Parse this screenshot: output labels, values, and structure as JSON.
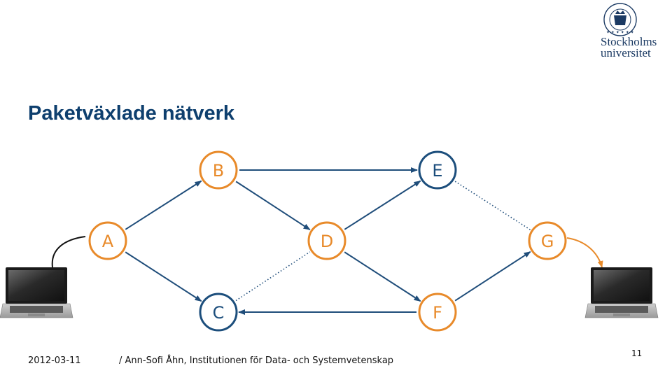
{
  "slide": {
    "title": "Paketväxlade nätverk",
    "footer_date": "2012-03-11",
    "footer_author": "/ Ann-Sofi Åhn, Institutionen för Data- och Systemvetenskap",
    "page_number": "11"
  },
  "logo": {
    "line1": "Stockholms",
    "line2": "universitet"
  },
  "colors": {
    "orange": "#e88a2a",
    "blue": "#1c4e7c",
    "edge": "#1f4d7a",
    "title": "#0e3f6e"
  },
  "nodes": [
    {
      "id": "A",
      "label": "A",
      "color": "orange"
    },
    {
      "id": "B",
      "label": "B",
      "color": "orange"
    },
    {
      "id": "C",
      "label": "C",
      "color": "blue"
    },
    {
      "id": "D",
      "label": "D",
      "color": "orange"
    },
    {
      "id": "E",
      "label": "E",
      "color": "blue"
    },
    {
      "id": "F",
      "label": "F",
      "color": "orange"
    },
    {
      "id": "G",
      "label": "G",
      "color": "orange"
    }
  ],
  "edges": [
    {
      "from": "A",
      "to": "B",
      "style": "solid"
    },
    {
      "from": "A",
      "to": "C",
      "style": "solid"
    },
    {
      "from": "B",
      "to": "E",
      "style": "solid"
    },
    {
      "from": "B",
      "to": "D",
      "style": "solid"
    },
    {
      "from": "D",
      "to": "E",
      "style": "solid"
    },
    {
      "from": "D",
      "to": "F",
      "style": "solid"
    },
    {
      "from": "F",
      "to": "C",
      "style": "solid"
    },
    {
      "from": "F",
      "to": "G",
      "style": "solid"
    },
    {
      "from": "C",
      "to": "D",
      "style": "dotted"
    },
    {
      "from": "E",
      "to": "G",
      "style": "dotted"
    }
  ],
  "devices": [
    {
      "name": "laptop-left"
    },
    {
      "name": "laptop-right"
    }
  ]
}
